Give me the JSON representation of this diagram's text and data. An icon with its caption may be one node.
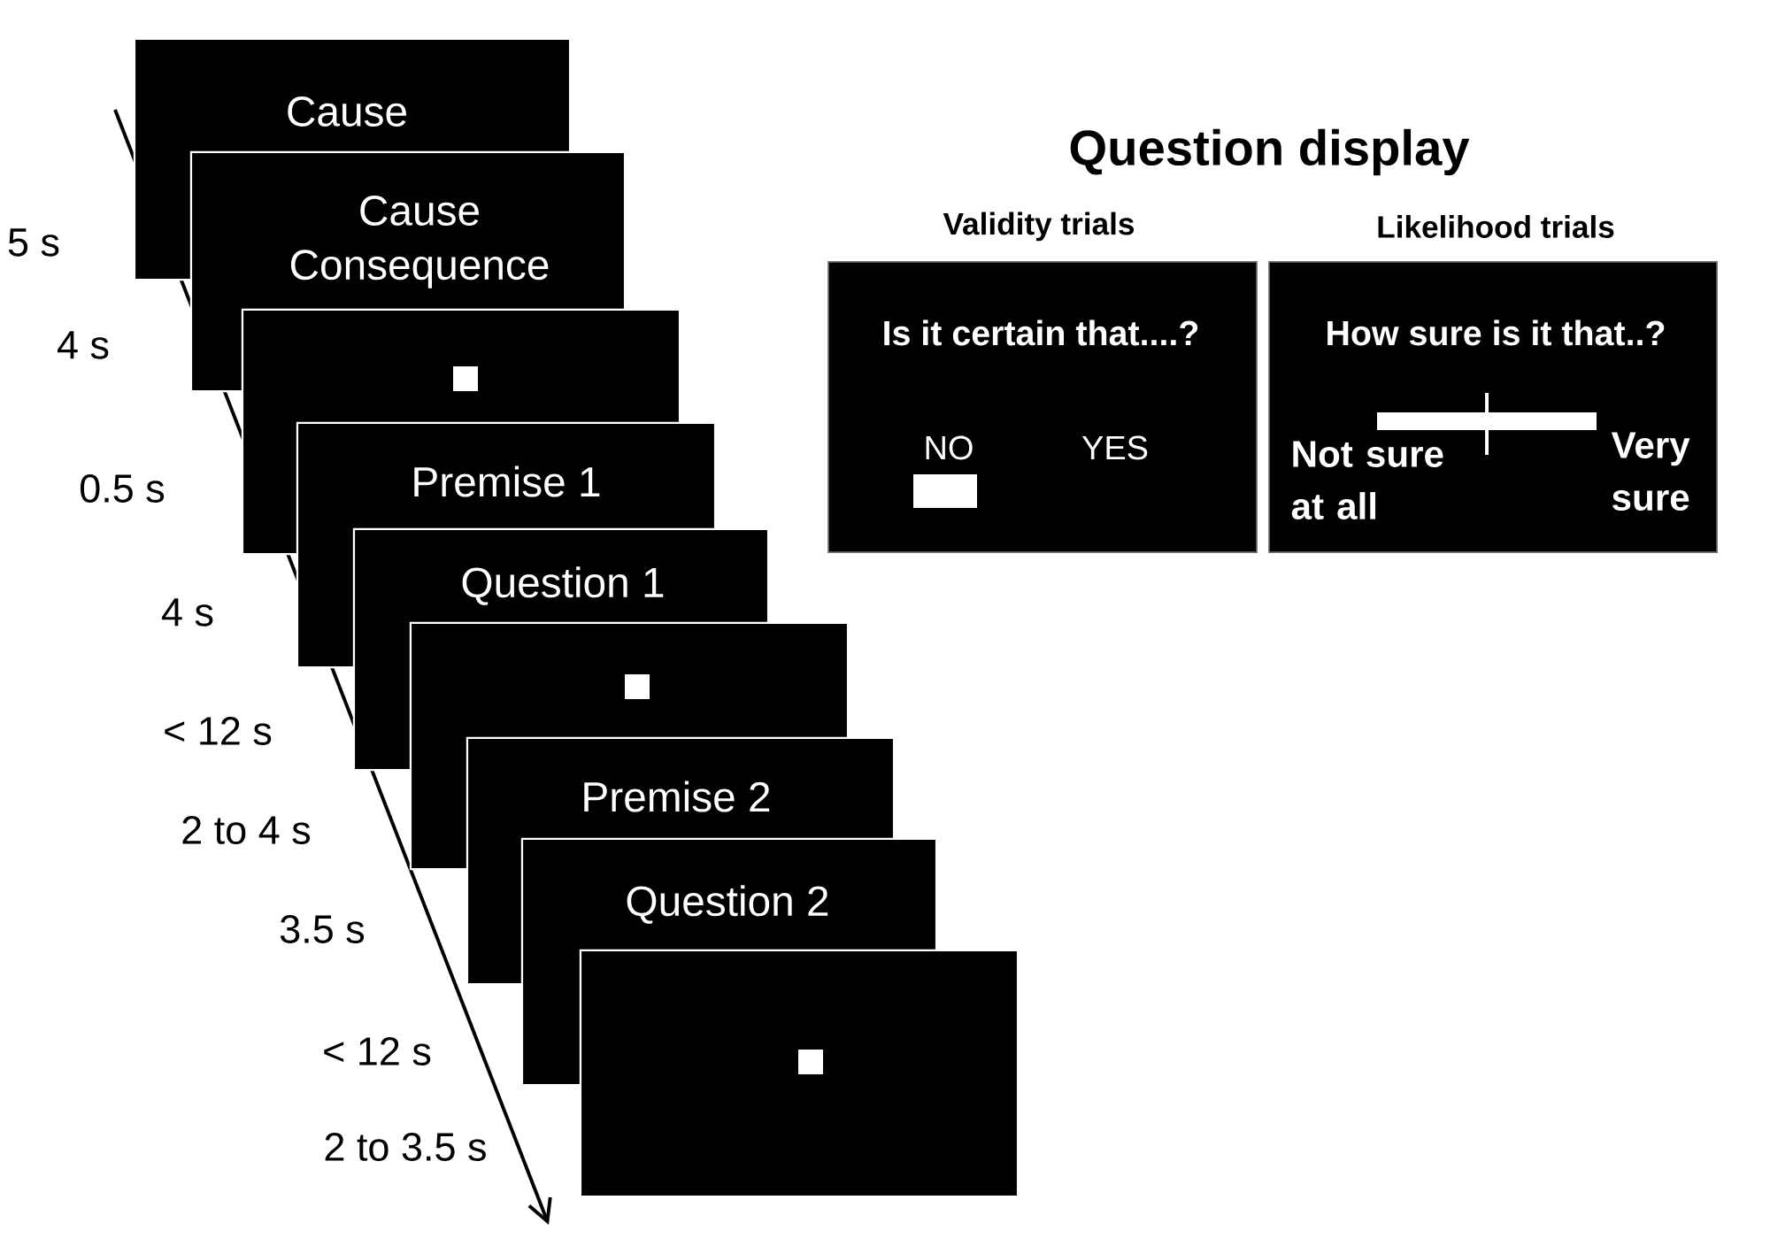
{
  "diagram": {
    "title": "Question display",
    "nodes": [
      {
        "text": [
          "Cause"
        ],
        "beside": [
          "5 s"
        ]
      },
      {
        "text": [
          "Cause",
          "Consequence"
        ],
        "beside": [
          "4 s"
        ]
      },
      {
        "text": [],
        "shape": "box",
        "beside": [
          "0.5 s"
        ]
      },
      {
        "text": [
          "Premise 1"
        ],
        "beside": [
          "4 s"
        ]
      },
      {
        "text": [
          "Question 1"
        ],
        "beside": [
          "< 12 s"
        ]
      },
      {
        "text": [],
        "shape": "box",
        "beside": [
          "2 to 4 s"
        ]
      },
      {
        "text": [
          "Premise 2"
        ],
        "beside": [
          "3.5 s"
        ]
      },
      {
        "text": [
          "Question 2"
        ],
        "beside": [
          "< 12 s"
        ]
      },
      {
        "text": [],
        "shape": "box",
        "beside": [
          "2 to 3.5 s"
        ]
      },
      {
        "text": [
          "Validity trials",
          "Is it certain that....?",
          "NO",
          "YES"
        ]
      },
      {
        "text": [
          "Likelihood trials",
          "How sure is it that..?",
          "Not sure at all",
          "Very sure"
        ]
      }
    ]
  }
}
